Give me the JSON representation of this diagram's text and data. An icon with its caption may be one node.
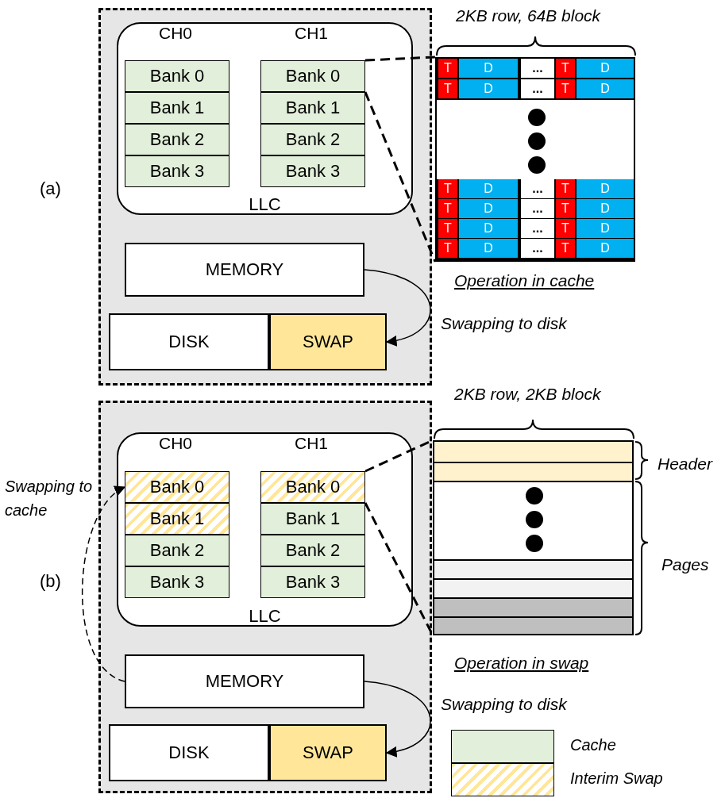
{
  "diagram": {
    "nodes": [
      {
        "text": [],
        "shape": "box",
        "beside": [
          "(a)"
        ]
      },
      {
        "text": [
          "LLC"
        ],
        "in": 0
      },
      {
        "text": [
          "Bank 0"
        ],
        "in": 1
      },
      {
        "text": [
          "Bank 1"
        ],
        "in": 1
      },
      {
        "text": [
          "Bank 2"
        ],
        "in": 1
      },
      {
        "text": [
          "Bank 3"
        ],
        "in": 1
      },
      {
        "text": [
          "Bank 0"
        ],
        "in": 1
      },
      {
        "text": [
          "Bank 1"
        ],
        "in": 1
      },
      {
        "text": [
          "Bank 2"
        ],
        "in": 1
      },
      {
        "text": [
          "Bank 3"
        ],
        "in": 1
      },
      {
        "text": [
          "MEMORY"
        ],
        "in": 0
      },
      {
        "text": [
          "DISK"
        ],
        "in": 0
      },
      {
        "text": [
          "SWAP"
        ],
        "in": 0
      },
      {
        "text": [],
        "shape": "box",
        "beside": [
          "Operation in cache"
        ]
      },
      {
        "text": [],
        "shape": "box",
        "beside": [
          "(b)"
        ]
      },
      {
        "text": [
          "LLC"
        ],
        "in": 14
      },
      {
        "text": [
          "Bank 0"
        ],
        "in": 15
      },
      {
        "text": [
          "Bank 1"
        ],
        "in": 15
      },
      {
        "text": [
          "Bank 2"
        ],
        "in": 15
      },
      {
        "text": [
          "Bank 3"
        ],
        "in": 15
      },
      {
        "text": [
          "Bank 0"
        ],
        "in": 15
      },
      {
        "text": [
          "Bank 1"
        ],
        "in": 15
      },
      {
        "text": [
          "Bank 2"
        ],
        "in": 15
      },
      {
        "text": [
          "Bank 3"
        ],
        "in": 15
      },
      {
        "text": [
          "MEMORY"
        ],
        "in": 14
      },
      {
        "text": [
          "DISK"
        ],
        "in": 14
      },
      {
        "text": [
          "SWAP"
        ],
        "in": 14
      },
      {
        "text": [],
        "shape": "box",
        "beside": [
          "Operation in swap"
        ]
      }
    ],
    "edges": [
      {
        "from": 6,
        "to": 13,
        "arrow": "none",
        "style": "dashed"
      },
      {
        "from": 6,
        "to": 13,
        "arrow": "none",
        "style": "dashed"
      },
      {
        "from": 10,
        "to": 12,
        "arrow": "to",
        "label": "Swapping to disk"
      },
      {
        "from": 24,
        "to": 16,
        "arrow": "to",
        "style": "dashed",
        "label": "Swapping to cache"
      },
      {
        "from": 20,
        "to": 27,
        "arrow": "none",
        "style": "dashed"
      },
      {
        "from": 20,
        "to": 27,
        "arrow": "none",
        "style": "dashed"
      },
      {
        "from": 24,
        "to": 26,
        "arrow": "to",
        "label": "Swapping to disk"
      }
    ],
    "labels": [
      "CH0",
      "CH1",
      "2KB row, 64B block",
      "T",
      "D",
      "...",
      "T",
      "D",
      "T",
      "D",
      "...",
      "T",
      "D",
      "T",
      "D",
      "...",
      "T",
      "D",
      "T",
      "D",
      "...",
      "T",
      "D",
      "T",
      "D",
      "...",
      "T",
      "D",
      "T",
      "D",
      "...",
      "T",
      "D",
      "CH0",
      "CH1",
      "2KB row, 2KB block",
      "Header",
      "Pages"
    ],
    "legend": [
      {
        "text": "Cache",
        "color": "#e2efda"
      },
      {
        "text": "Interim Swap"
      }
    ]
  }
}
